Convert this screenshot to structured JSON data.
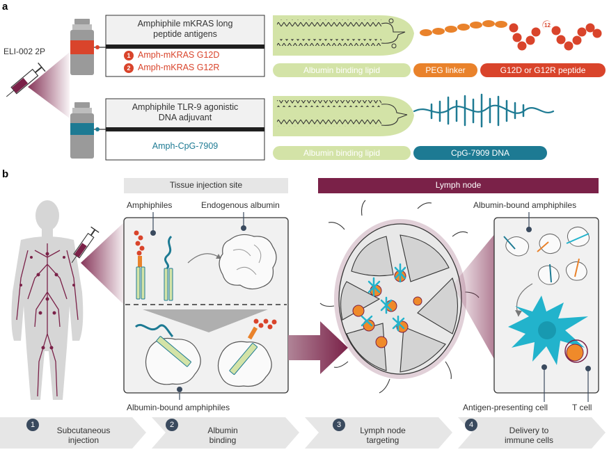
{
  "panel_a": {
    "letter": "a",
    "product": "ELI-002 2P",
    "box1_title": "Amphiphile mKRAS long peptide antigens",
    "box1_title_l1": "Amphiphile mKRAS long",
    "box1_title_l2": "peptide antigens",
    "item1_num": "1",
    "item1": "Amph-mKRAS G12D",
    "item2_num": "2",
    "item2": "Amph-mKRAS G12R",
    "peptide_marker": "12",
    "pill_lipid_1": "Albumin binding lipid",
    "pill_peg": "PEG linker",
    "pill_peptide": "G12D or G12R peptide",
    "box2_title_l1": "Amphiphile TLR-9 agonistic",
    "box2_title_l2": "DNA adjuvant",
    "item3": "Amph-CpG-7909",
    "pill_lipid_2": "Albumin binding lipid",
    "pill_dna": "CpG-7909 DNA"
  },
  "panel_b": {
    "letter": "b",
    "tissue_header": "Tissue injection site",
    "lymph_header": "Lymph node",
    "amphiphiles": "Amphiphiles",
    "endogenous_albumin": "Endogenous albumin",
    "albumin_bound_bottom": "Albumin-bound amphiphiles",
    "albumin_bound_right": "Albumin-bound amphiphiles",
    "apc": "Antigen-presenting cell",
    "tcell": "T cell",
    "steps": [
      {
        "num": "1",
        "l1": "Subcutaneous",
        "l2": "injection"
      },
      {
        "num": "2",
        "l1": "Albumin",
        "l2": "binding"
      },
      {
        "num": "3",
        "l1": "Lymph node",
        "l2": "targeting"
      },
      {
        "num": "4",
        "l1": "Delivery to",
        "l2": "immune cells"
      }
    ]
  },
  "colors": {
    "red": "#d9442b",
    "orange": "#e9822b",
    "lipid_green": "#d3e3a7",
    "teal": "#1d7a93",
    "cyan": "#22b3cc",
    "maroon": "#7a2148",
    "navy": "#3a4a5e",
    "grey": "#9a9a9a"
  }
}
